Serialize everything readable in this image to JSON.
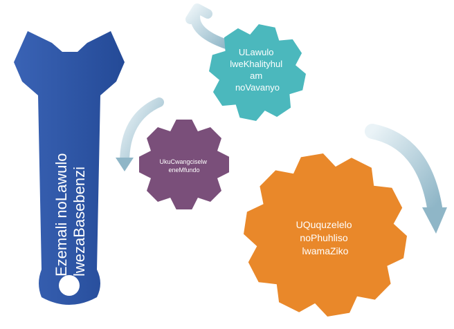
{
  "wrench": {
    "label_lines": [
      "Ezemali noLawulo",
      "lwezaBasebenzi"
    ],
    "color": "#2f56a6"
  },
  "gears": [
    {
      "id": "teal",
      "label_lines": [
        "ULawulo",
        "lweKhalityhul",
        "am",
        "noVavanyo"
      ],
      "color": "#4bb8bd"
    },
    {
      "id": "purple",
      "label_lines": [
        "UkuCwangciselw",
        "eneMfundo"
      ],
      "color": "#7a4f7a"
    },
    {
      "id": "orange",
      "label_lines": [
        "UQuquzelelo",
        "noPhuhliso",
        "lwamaZiko"
      ],
      "color": "#e9882a"
    }
  ],
  "arrow_color": "#a9c9d6"
}
